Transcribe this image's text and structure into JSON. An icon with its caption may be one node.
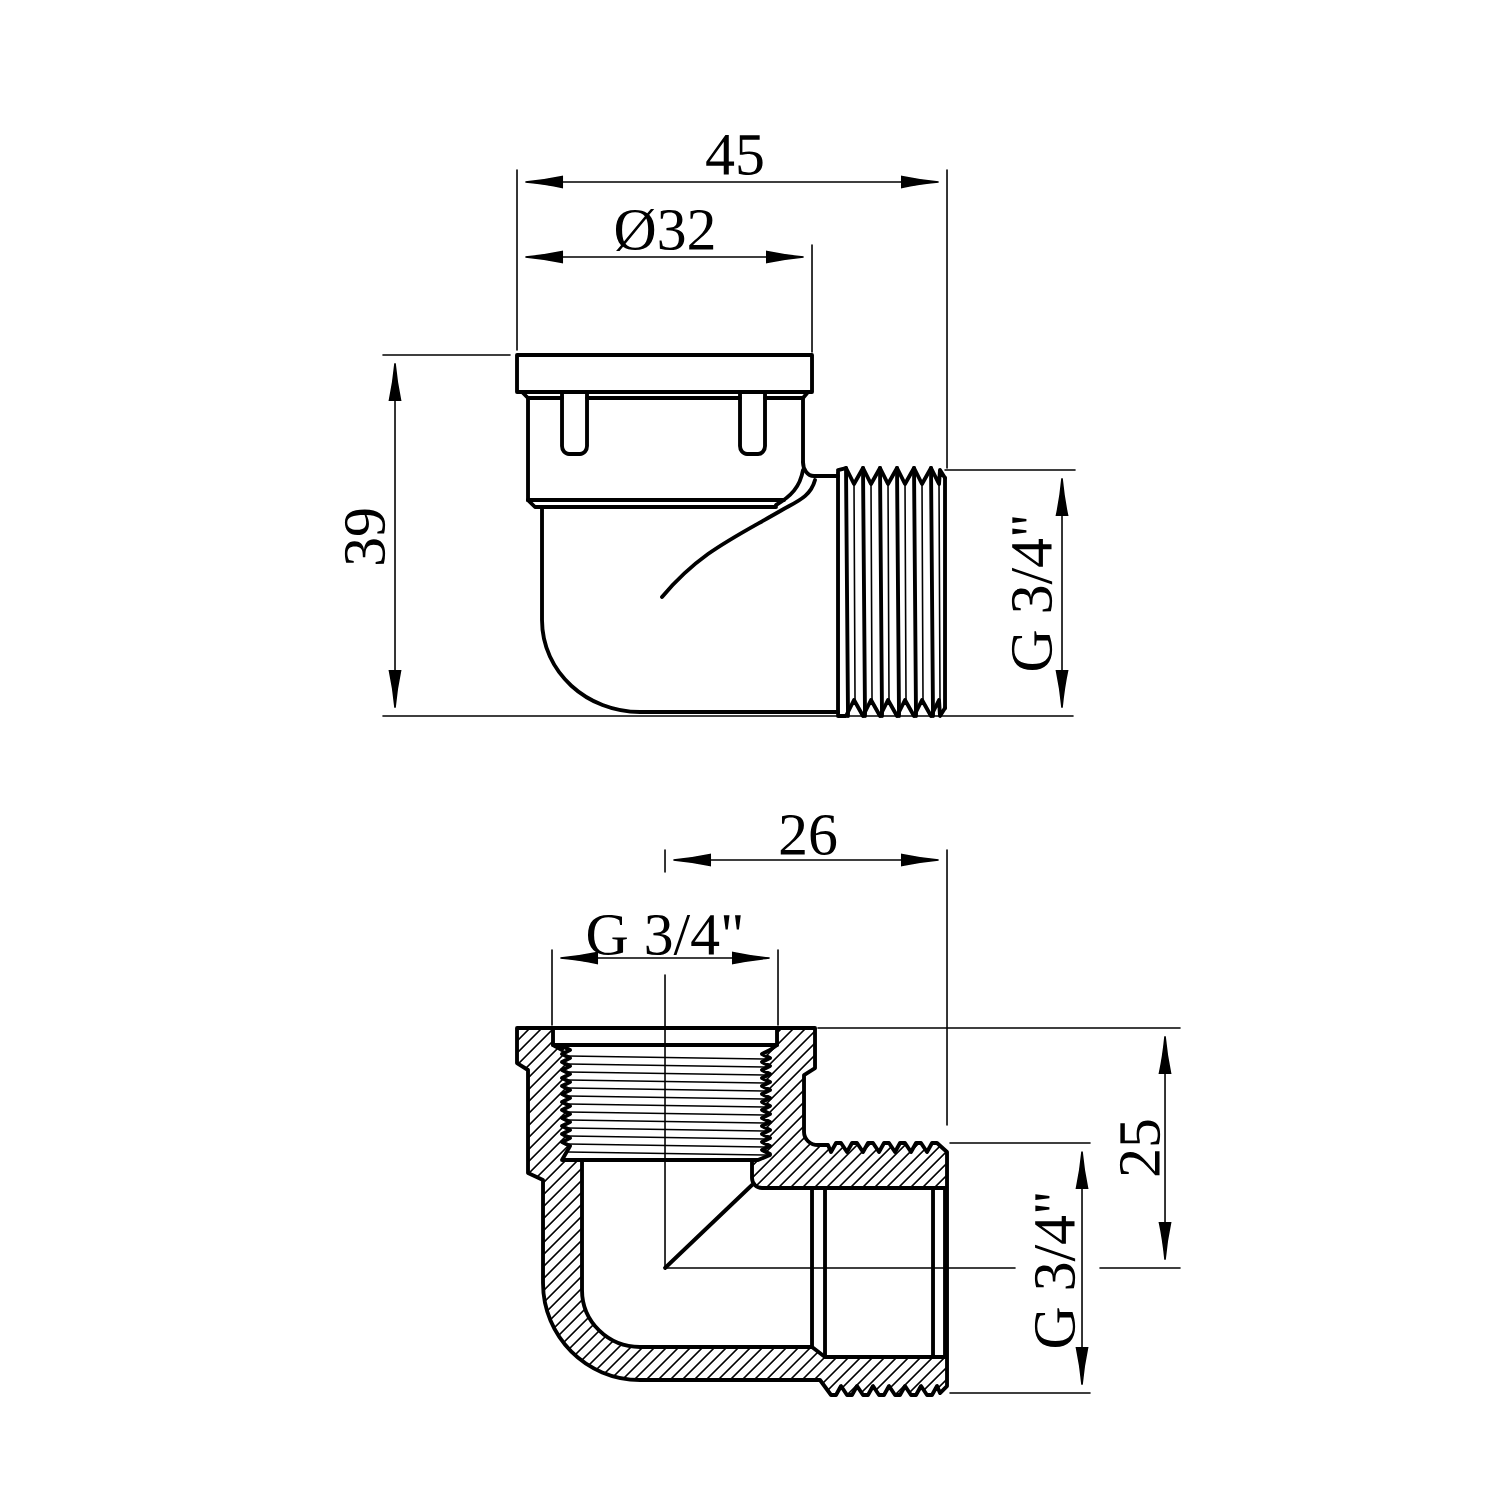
{
  "diagram": {
    "labels": [
      "45",
      "Ø32",
      "39",
      "G 3/4\"",
      "26",
      "G 3/4\"",
      "25",
      "G 3/4\""
    ]
  }
}
